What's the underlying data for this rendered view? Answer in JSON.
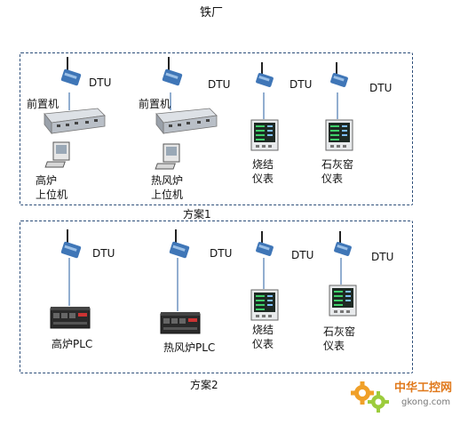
{
  "title": "铁厂",
  "scheme1": {
    "caption": "方案1",
    "groups": [
      {
        "dtu": "DTU",
        "device": "前置机",
        "target_line1": "高炉",
        "target_line2": "上位机"
      },
      {
        "dtu": "DTU",
        "device": "前置机",
        "target_line1": "热风炉",
        "target_line2": "上位机"
      },
      {
        "dtu": "DTU",
        "target_line1": "烧结",
        "target_line2": "仪表"
      },
      {
        "dtu": "DTU",
        "target_line1": "石灰窑",
        "target_line2": "仪表"
      }
    ]
  },
  "scheme2": {
    "caption": "方案2",
    "groups": [
      {
        "dtu": "DTU",
        "target_line1": "高炉PLC"
      },
      {
        "dtu": "DTU",
        "target_line1": "热风炉PLC"
      },
      {
        "dtu": "DTU",
        "target_line1": "烧结",
        "target_line2": "仪表"
      },
      {
        "dtu": "DTU",
        "target_line1": "石灰窑",
        "target_line2": "仪表"
      }
    ]
  },
  "watermark": {
    "line1": "中华工控网",
    "line2": "gkong.com"
  },
  "colors": {
    "frame": "#2e4f7a",
    "dtu": "#3f76b7",
    "link": "#4a78b0",
    "plc": "#2a2a2a"
  }
}
